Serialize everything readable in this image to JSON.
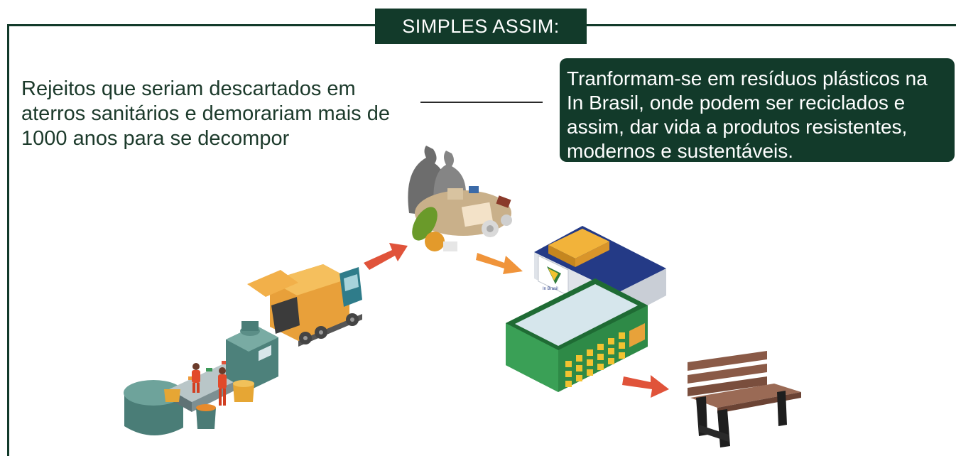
{
  "header": {
    "title": "SIMPLES ASSIM:"
  },
  "left_caption": {
    "text": "Rejeitos que seriam descartados em aterros sanitários e demorariam mais de 1000 anos para se decompor"
  },
  "right_caption": {
    "text": "Tranformam-se em resíduos plásticos na In Brasil, onde podem ser reciclados e assim, dar vida a produtos resistentes, modernos e sustentáveis."
  },
  "factory": {
    "logo_text": "In Brasil"
  },
  "colors": {
    "dark_green": "#123a2a",
    "arrow_red": "#e0533a",
    "arrow_orange": "#f0943a",
    "truck_orange": "#eea73a",
    "truck_teal": "#2f7c8a",
    "building_green": "#2e8a47",
    "building_blue": "#243a86",
    "bench_brown": "#8a5a47"
  },
  "icons": [
    "sorting-plant-icon",
    "garbage-truck-icon",
    "waste-pile-icon",
    "in-brasil-factory-icon",
    "recycling-building-icon",
    "park-bench-icon",
    "arrow-icon"
  ]
}
